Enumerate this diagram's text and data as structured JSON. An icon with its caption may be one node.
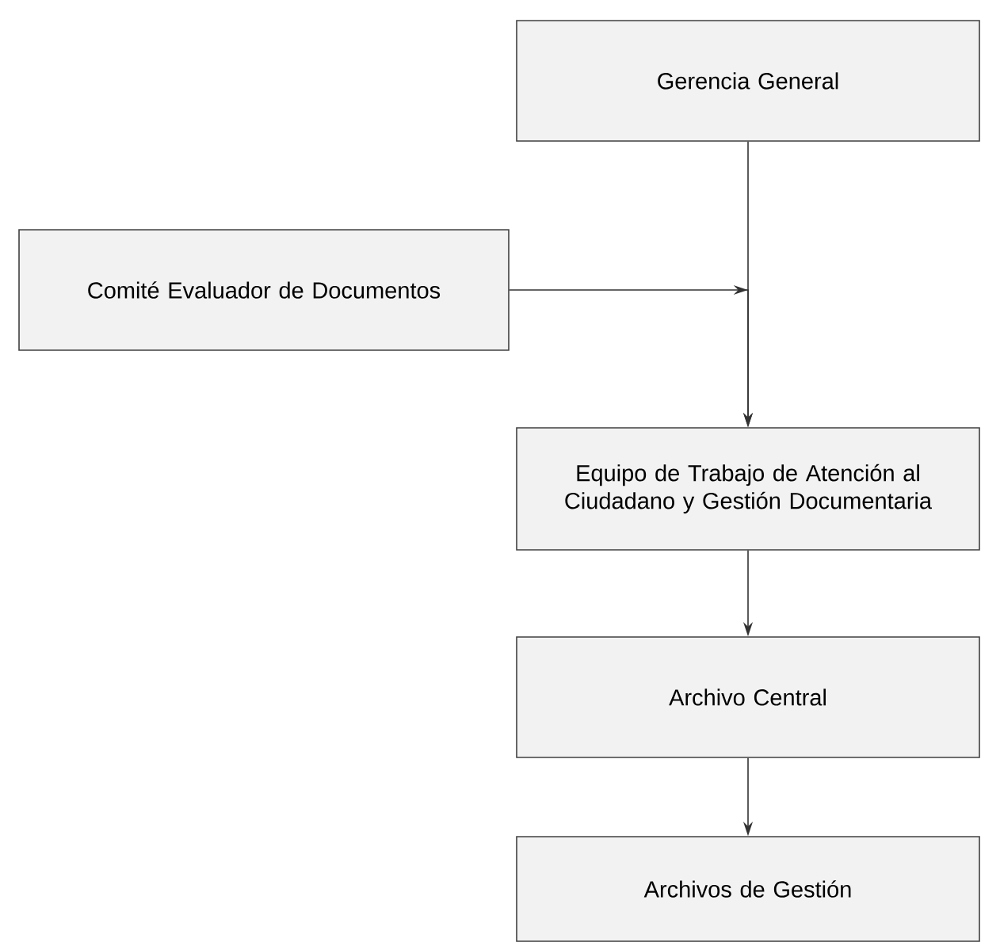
{
  "diagram": {
    "nodes": [
      {
        "text": [
          "Gerencia General"
        ]
      },
      {
        "text": [
          "Comité Evaluador de Documentos"
        ]
      },
      {
        "text": [
          "Equipo de Trabajo de Atención al Ciudadano y Gestión Documentaria"
        ]
      },
      {
        "text": [
          "Archivo Central"
        ]
      },
      {
        "text": [
          "Archivos de Gestión"
        ]
      }
    ],
    "edges": [
      {
        "from": 0,
        "to": 2,
        "arrow": "to"
      },
      {
        "from": 1,
        "to": 2,
        "arrow": "to"
      },
      {
        "from": 2,
        "to": 3,
        "arrow": "to"
      },
      {
        "from": 3,
        "to": 4,
        "arrow": "to"
      }
    ]
  }
}
